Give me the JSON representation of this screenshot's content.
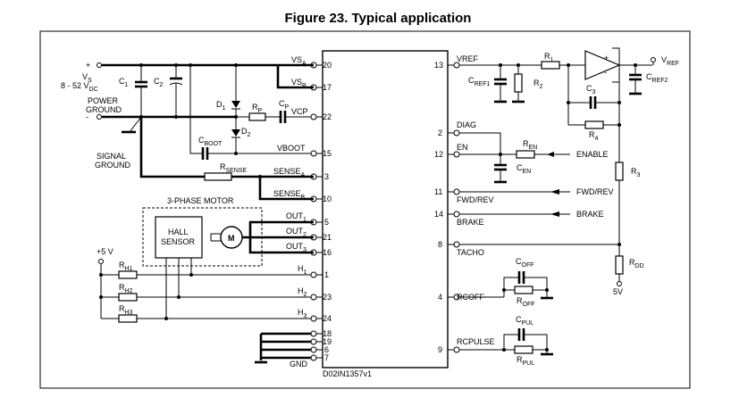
{
  "title": "Figure 23. Typical application",
  "drawing_id": "D02IN1357v1",
  "supply": {
    "plus": "+",
    "vs_label": "V",
    "vs_sub": "S",
    "range_label": "8 - 52 V",
    "range_sub": "DC",
    "power_ground_1": "POWER",
    "power_ground_2": "GROUND",
    "minus": "-",
    "signal_ground_1": "SIGNAL",
    "signal_ground_2": "GROUND"
  },
  "left_pins": [
    {
      "num": "20",
      "name": "VS",
      "sub": "A"
    },
    {
      "num": "17",
      "name": "VS",
      "sub": "B"
    },
    {
      "num": "22",
      "name": "VCP",
      "sub": ""
    },
    {
      "num": "15",
      "name": "VBOOT",
      "sub": ""
    },
    {
      "num": "3",
      "name": "SENSE",
      "sub": "A"
    },
    {
      "num": "10",
      "name": "SENSE",
      "sub": "B"
    },
    {
      "num": "5",
      "name": "OUT",
      "sub": "1"
    },
    {
      "num": "21",
      "name": "OUT",
      "sub": "2"
    },
    {
      "num": "16",
      "name": "OUT",
      "sub": "3"
    },
    {
      "num": "1",
      "name": "H",
      "sub": "1"
    },
    {
      "num": "23",
      "name": "H",
      "sub": "2"
    },
    {
      "num": "24",
      "name": "H",
      "sub": "3"
    },
    {
      "num": "18",
      "name": "",
      "sub": ""
    },
    {
      "num": "19",
      "name": "",
      "sub": ""
    },
    {
      "num": "6",
      "name": "",
      "sub": ""
    },
    {
      "num": "7",
      "name": "GND",
      "sub": ""
    }
  ],
  "right_pins": [
    {
      "num": "13",
      "name": "VREF"
    },
    {
      "num": "2",
      "name": "DIAG"
    },
    {
      "num": "12",
      "name": "EN"
    },
    {
      "num": "11",
      "name": "FWD/REV"
    },
    {
      "num": "14",
      "name": "BRAKE"
    },
    {
      "num": "8",
      "name": "TACHO"
    },
    {
      "num": "4",
      "name": "RCOFF"
    },
    {
      "num": "9",
      "name": "RCPULSE"
    }
  ],
  "components": {
    "c1": {
      "main": "C",
      "sub": "1"
    },
    "c2": {
      "main": "C",
      "sub": "2"
    },
    "d1": {
      "main": "D",
      "sub": "1"
    },
    "d2": {
      "main": "D",
      "sub": "2"
    },
    "rp": {
      "main": "R",
      "sub": "P"
    },
    "cp": {
      "main": "C",
      "sub": "P"
    },
    "cboot": {
      "main": "C",
      "sub": "BOOT"
    },
    "rsense": {
      "main": "R",
      "sub": "SENSE"
    },
    "r1": {
      "main": "R",
      "sub": "1"
    },
    "r2": {
      "main": "R",
      "sub": "2"
    },
    "r3": {
      "main": "R",
      "sub": "3"
    },
    "r4": {
      "main": "R",
      "sub": "4"
    },
    "c3": {
      "main": "C",
      "sub": "3"
    },
    "cref1": {
      "main": "C",
      "sub": "REF1"
    },
    "cref2": {
      "main": "C",
      "sub": "REF2"
    },
    "ren": {
      "main": "R",
      "sub": "EN"
    },
    "cen": {
      "main": "C",
      "sub": "EN"
    },
    "rdd": {
      "main": "R",
      "sub": "DD"
    },
    "coff": {
      "main": "C",
      "sub": "OFF"
    },
    "roff": {
      "main": "R",
      "sub": "OFF"
    },
    "cpul": {
      "main": "C",
      "sub": "PUL"
    },
    "rpul": {
      "main": "R",
      "sub": "PUL"
    },
    "rh1": {
      "main": "R",
      "sub": "H1"
    },
    "rh2": {
      "main": "R",
      "sub": "H2"
    },
    "rh3": {
      "main": "R",
      "sub": "H3"
    }
  },
  "motor": {
    "title": "3-PHASE MOTOR",
    "hall_1": "HALL",
    "hall_2": "SENSOR",
    "m": "M"
  },
  "opamp": {
    "plus": "+",
    "minus": "-"
  },
  "signals": {
    "vref_out": "V",
    "vref_out_sub": "REF",
    "enable": "ENABLE",
    "fwd_rev": "FWD/REV",
    "brake": "BRAKE",
    "plus5v": "+5 V",
    "five_v": "5V"
  }
}
